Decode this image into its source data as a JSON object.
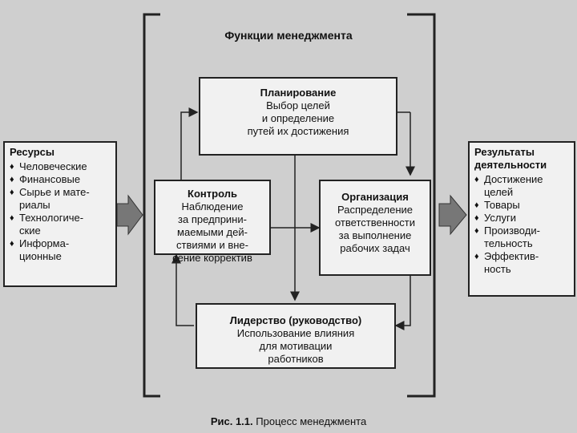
{
  "functions": {
    "title": "Функции менеджмента"
  },
  "planning": {
    "title": "Планирование",
    "text": [
      "Выбор целей",
      "и определение",
      "путей их достижения"
    ]
  },
  "control": {
    "title": "Контроль",
    "text": [
      "Наблюдение",
      "за предприни-",
      "маемыми дей-",
      "ствиями и вне-",
      "сение корректив"
    ]
  },
  "organization": {
    "title": "Организация",
    "text": [
      "Распределение",
      "ответственности",
      "за выполнение",
      "рабочих задач"
    ]
  },
  "leadership": {
    "title": "Лидерство (руководство)",
    "text": [
      "Использование влияния",
      "для мотивации",
      "работников"
    ]
  },
  "resources": {
    "title": "Ресурсы",
    "items": [
      "Человеческие",
      "Финансовые",
      "Сырье и мате-",
      "риалы",
      "Технологиче-",
      "ские",
      "Информа-",
      "ционные"
    ]
  },
  "results": {
    "title": "Результаты",
    "title2": "деятельности",
    "items": [
      "Достижение",
      "целей",
      "Товары",
      "Услуги",
      "Производи-",
      "тельность",
      "Эффектив-",
      "ность"
    ]
  },
  "caption": {
    "label": "Рис. 1.1.",
    "text": "Процесс менеджмента"
  }
}
